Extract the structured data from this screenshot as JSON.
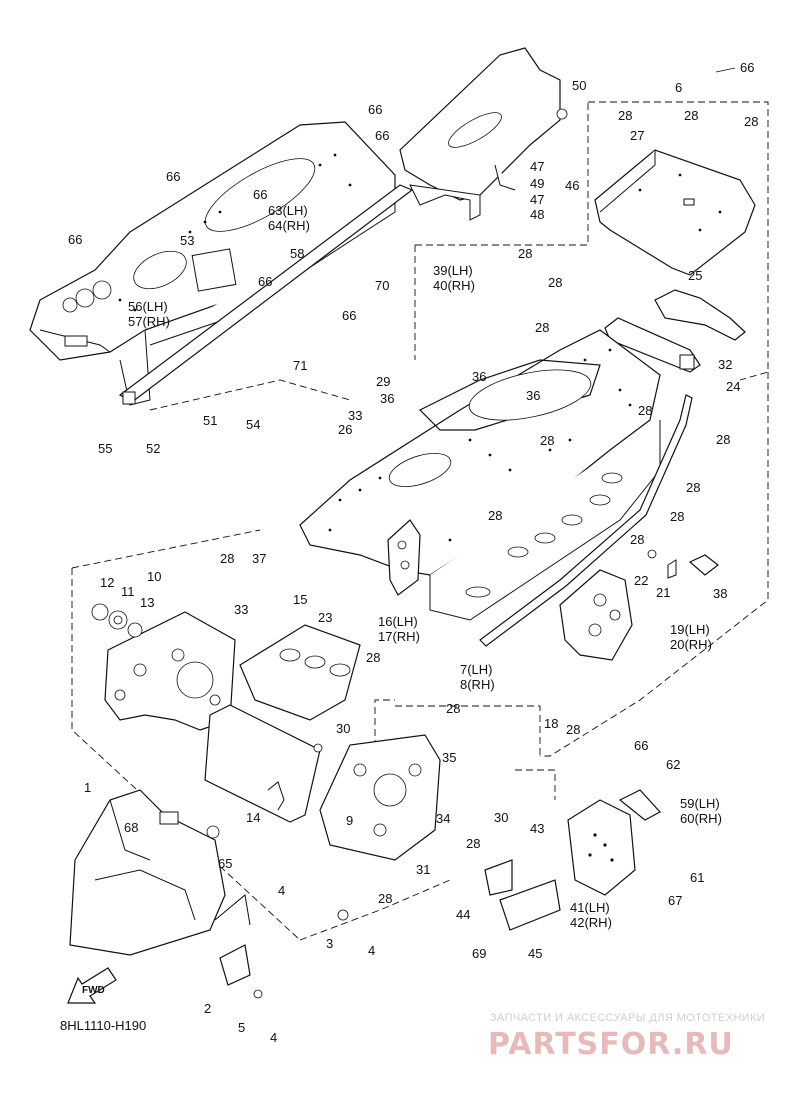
{
  "diagram": {
    "code": "8HL1110-H190",
    "fwd_label": "FWD",
    "watermark": {
      "tagline": "ЗАПЧАСТИ И АКСЕССУАРЫ ДЛЯ МОТОТЕХНИКИ",
      "brand": "PARTSFOR.RU"
    },
    "callouts": [
      {
        "id": "c66a",
        "text": "66"
      },
      {
        "id": "c50",
        "text": "50"
      },
      {
        "id": "c6",
        "text": "6"
      },
      {
        "id": "c28a",
        "text": "28"
      },
      {
        "id": "c27",
        "text": "27"
      },
      {
        "id": "c28b",
        "text": "28"
      },
      {
        "id": "c28c",
        "text": "28"
      },
      {
        "id": "c66b",
        "text": "66"
      },
      {
        "id": "c66c",
        "text": "66"
      },
      {
        "id": "c47a",
        "text": "47"
      },
      {
        "id": "c49",
        "text": "49"
      },
      {
        "id": "c46",
        "text": "46"
      },
      {
        "id": "c47b",
        "text": "47"
      },
      {
        "id": "c48",
        "text": "48"
      },
      {
        "id": "c66d",
        "text": "66"
      },
      {
        "id": "c66e",
        "text": "66"
      },
      {
        "id": "c63",
        "text": "63(LH)"
      },
      {
        "id": "c64",
        "text": "64(RH)"
      },
      {
        "id": "c66f",
        "text": "66"
      },
      {
        "id": "c53",
        "text": "53"
      },
      {
        "id": "c58",
        "text": "58"
      },
      {
        "id": "c28d",
        "text": "28"
      },
      {
        "id": "c39",
        "text": "39(LH)"
      },
      {
        "id": "c40",
        "text": "40(RH)"
      },
      {
        "id": "c28e",
        "text": "28"
      },
      {
        "id": "c70",
        "text": "70"
      },
      {
        "id": "c25",
        "text": "25"
      },
      {
        "id": "c66g",
        "text": "66"
      },
      {
        "id": "c56",
        "text": "56(LH)"
      },
      {
        "id": "c57",
        "text": "57(RH)"
      },
      {
        "id": "c66h",
        "text": "66"
      },
      {
        "id": "c28f",
        "text": "28"
      },
      {
        "id": "c32",
        "text": "32"
      },
      {
        "id": "c71",
        "text": "71"
      },
      {
        "id": "c36a",
        "text": "36"
      },
      {
        "id": "c29",
        "text": "29"
      },
      {
        "id": "c24",
        "text": "24"
      },
      {
        "id": "c36b",
        "text": "36"
      },
      {
        "id": "c36c",
        "text": "36"
      },
      {
        "id": "c54",
        "text": "54"
      },
      {
        "id": "c33a",
        "text": "33"
      },
      {
        "id": "c28g",
        "text": "28"
      },
      {
        "id": "c51",
        "text": "51"
      },
      {
        "id": "c28h",
        "text": "28"
      },
      {
        "id": "c55",
        "text": "55"
      },
      {
        "id": "c26",
        "text": "26"
      },
      {
        "id": "c28i",
        "text": "28"
      },
      {
        "id": "c52",
        "text": "52"
      },
      {
        "id": "c28j",
        "text": "28"
      },
      {
        "id": "c28k",
        "text": "28"
      },
      {
        "id": "c28l",
        "text": "28"
      },
      {
        "id": "c28m",
        "text": "28"
      },
      {
        "id": "c28n",
        "text": "28"
      },
      {
        "id": "c37",
        "text": "37"
      },
      {
        "id": "c22",
        "text": "22"
      },
      {
        "id": "c10",
        "text": "10"
      },
      {
        "id": "c12",
        "text": "12"
      },
      {
        "id": "c11",
        "text": "11"
      },
      {
        "id": "c13",
        "text": "13"
      },
      {
        "id": "c38",
        "text": "38"
      },
      {
        "id": "c21",
        "text": "21"
      },
      {
        "id": "c15",
        "text": "15"
      },
      {
        "id": "c23",
        "text": "23"
      },
      {
        "id": "c33b",
        "text": "33"
      },
      {
        "id": "c16",
        "text": "16(LH)"
      },
      {
        "id": "c17",
        "text": "17(RH)"
      },
      {
        "id": "c19",
        "text": "19(LH)"
      },
      {
        "id": "c20",
        "text": "20(RH)"
      },
      {
        "id": "c28o",
        "text": "28"
      },
      {
        "id": "c7",
        "text": "7(LH)"
      },
      {
        "id": "c8",
        "text": "8(RH)"
      },
      {
        "id": "c18",
        "text": "18"
      },
      {
        "id": "c28p",
        "text": "28"
      },
      {
        "id": "c28q",
        "text": "28"
      },
      {
        "id": "c30a",
        "text": "30"
      },
      {
        "id": "c1",
        "text": "1"
      },
      {
        "id": "c35",
        "text": "35"
      },
      {
        "id": "c66i",
        "text": "66"
      },
      {
        "id": "c62",
        "text": "62"
      },
      {
        "id": "c43",
        "text": "43"
      },
      {
        "id": "c59",
        "text": "59(LH)"
      },
      {
        "id": "c60",
        "text": "60(RH)"
      },
      {
        "id": "c68",
        "text": "68"
      },
      {
        "id": "c14",
        "text": "14"
      },
      {
        "id": "c9",
        "text": "9"
      },
      {
        "id": "c34",
        "text": "34"
      },
      {
        "id": "c30b",
        "text": "30"
      },
      {
        "id": "c28r",
        "text": "28"
      },
      {
        "id": "c65",
        "text": "65"
      },
      {
        "id": "c61",
        "text": "61"
      },
      {
        "id": "c31",
        "text": "31"
      },
      {
        "id": "c28s",
        "text": "28"
      },
      {
        "id": "c67",
        "text": "67"
      },
      {
        "id": "c41",
        "text": "41(LH)"
      },
      {
        "id": "c42",
        "text": "42(RH)"
      },
      {
        "id": "c4a",
        "text": "4"
      },
      {
        "id": "c44",
        "text": "44"
      },
      {
        "id": "c3",
        "text": "3"
      },
      {
        "id": "c4b",
        "text": "4"
      },
      {
        "id": "c69",
        "text": "69"
      },
      {
        "id": "c45",
        "text": "45"
      },
      {
        "id": "c2",
        "text": "2"
      },
      {
        "id": "c5",
        "text": "5"
      },
      {
        "id": "c4c",
        "text": "4"
      }
    ]
  }
}
